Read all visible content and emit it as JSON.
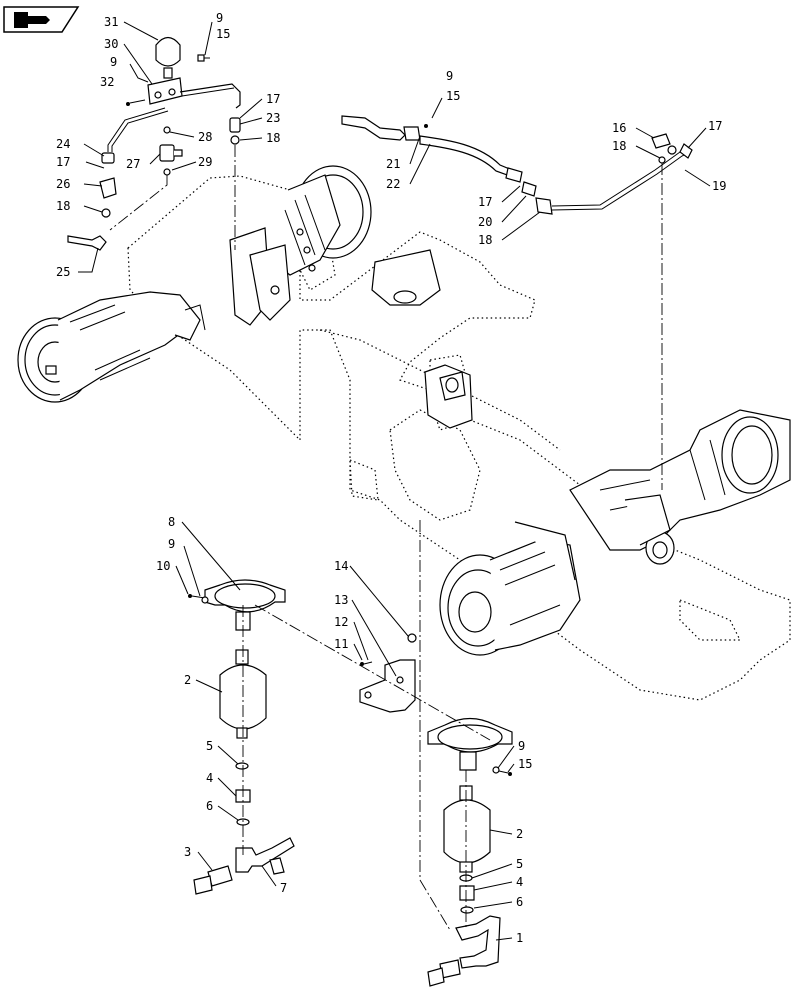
{
  "icon": "book-navigation-icon",
  "colors": {
    "ink": "#000000",
    "paper": "#ffffff"
  },
  "labels": {
    "l31": "31",
    "l9a": "9",
    "l15a": "15",
    "l30": "30",
    "l9b": "9",
    "l32": "32",
    "l24": "24",
    "l17a": "17",
    "l26": "26",
    "l18a": "18",
    "l28": "28",
    "l27": "27",
    "l29": "29",
    "l17b": "17",
    "l23": "23",
    "l18b": "18",
    "l25": "25",
    "l9c": "9",
    "l15b": "15",
    "l21": "21",
    "l22": "22",
    "l17c": "17",
    "l20": "20",
    "l18c": "18",
    "l16": "16",
    "l18d": "18",
    "l17d": "17",
    "l19": "19",
    "l8": "8",
    "l9d": "9",
    "l10": "10",
    "l2a": "2",
    "l5a": "5",
    "l4a": "4",
    "l6a": "6",
    "l3": "3",
    "l7": "7",
    "l14": "14",
    "l13": "13",
    "l12": "12",
    "l11": "11",
    "l9e": "9",
    "l15c": "15",
    "l2b": "2",
    "l5b": "5",
    "l4b": "4",
    "l6b": "6",
    "l1": "1"
  }
}
